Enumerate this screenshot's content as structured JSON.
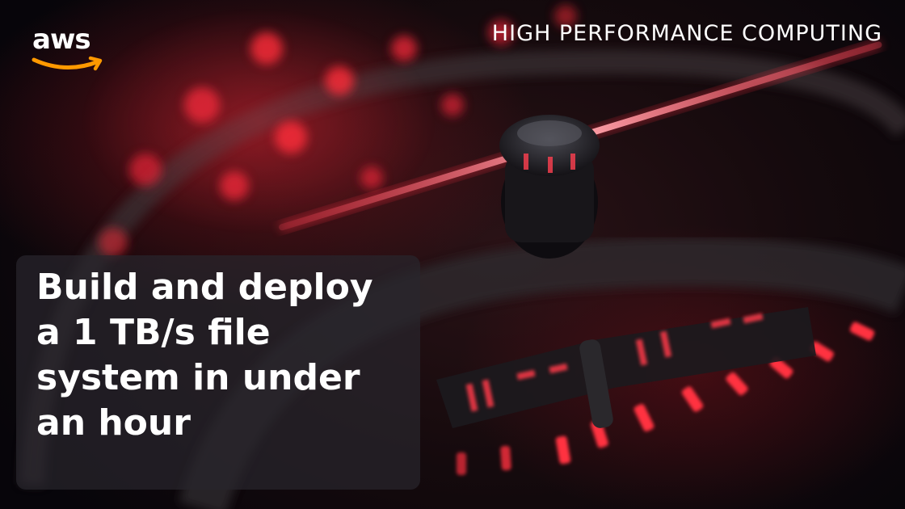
{
  "brand": {
    "logo_text": "aws",
    "smile_color": "#FF9900"
  },
  "header": {
    "category": "HIGH PERFORMANCE COMPUTING"
  },
  "title": {
    "lines": [
      "Build and deploy",
      "a 1 TB/s file",
      "system in under",
      "an hour"
    ]
  },
  "colors": {
    "accent_red": "#FF2A3A",
    "panel": "#28262C",
    "text": "#FFFFFF"
  },
  "background": {
    "description_icon": "speedometer-image"
  }
}
